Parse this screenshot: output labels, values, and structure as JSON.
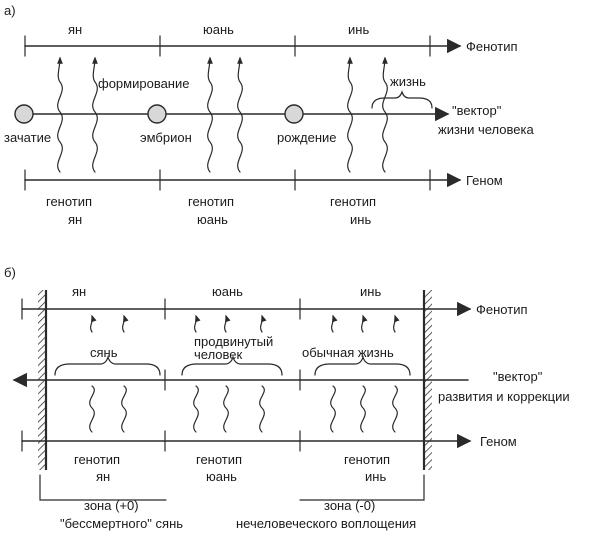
{
  "panel_a": {
    "marker": "а)",
    "top_line_label": "Фенотип",
    "bottom_line_label": "Геном",
    "period_yang": "ян",
    "period_yuan": "юань",
    "period_yin": "инь",
    "stage_conception": "зачатие",
    "stage_embryo": "эмбрион",
    "stage_birth": "рождение",
    "formation": "формирование",
    "life": "жизнь",
    "vector_line1": "\"вектор\"",
    "vector_line2": "жизни человека",
    "genotype_word": "генотип",
    "genotype_yang": "ян",
    "genotype_yuan": "юань",
    "genotype_yin": "инь"
  },
  "panel_b": {
    "marker": "б)",
    "top_line_label": "Фенотип",
    "bottom_line_label": "Геном",
    "period_yang": "ян",
    "period_yuan": "юань",
    "period_yin": "инь",
    "group_syan": "сянь",
    "group_advanced_line1": "продвинутый",
    "group_advanced_line2": "человек",
    "group_ordinary_life": "обычная жизнь",
    "vector_line1": "\"вектор\"",
    "vector_line2": "развития и коррекции",
    "genotype_word": "генотип",
    "genotype_yang": "ян",
    "genotype_yuan": "юань",
    "genotype_yin": "инь",
    "zone_plus_line1": "зона (+0)",
    "zone_plus_line2": "\"бессмертного\" сянь",
    "zone_minus_line1": "зона (-0)",
    "zone_minus_line2": "нечеловеческого воплощения"
  }
}
